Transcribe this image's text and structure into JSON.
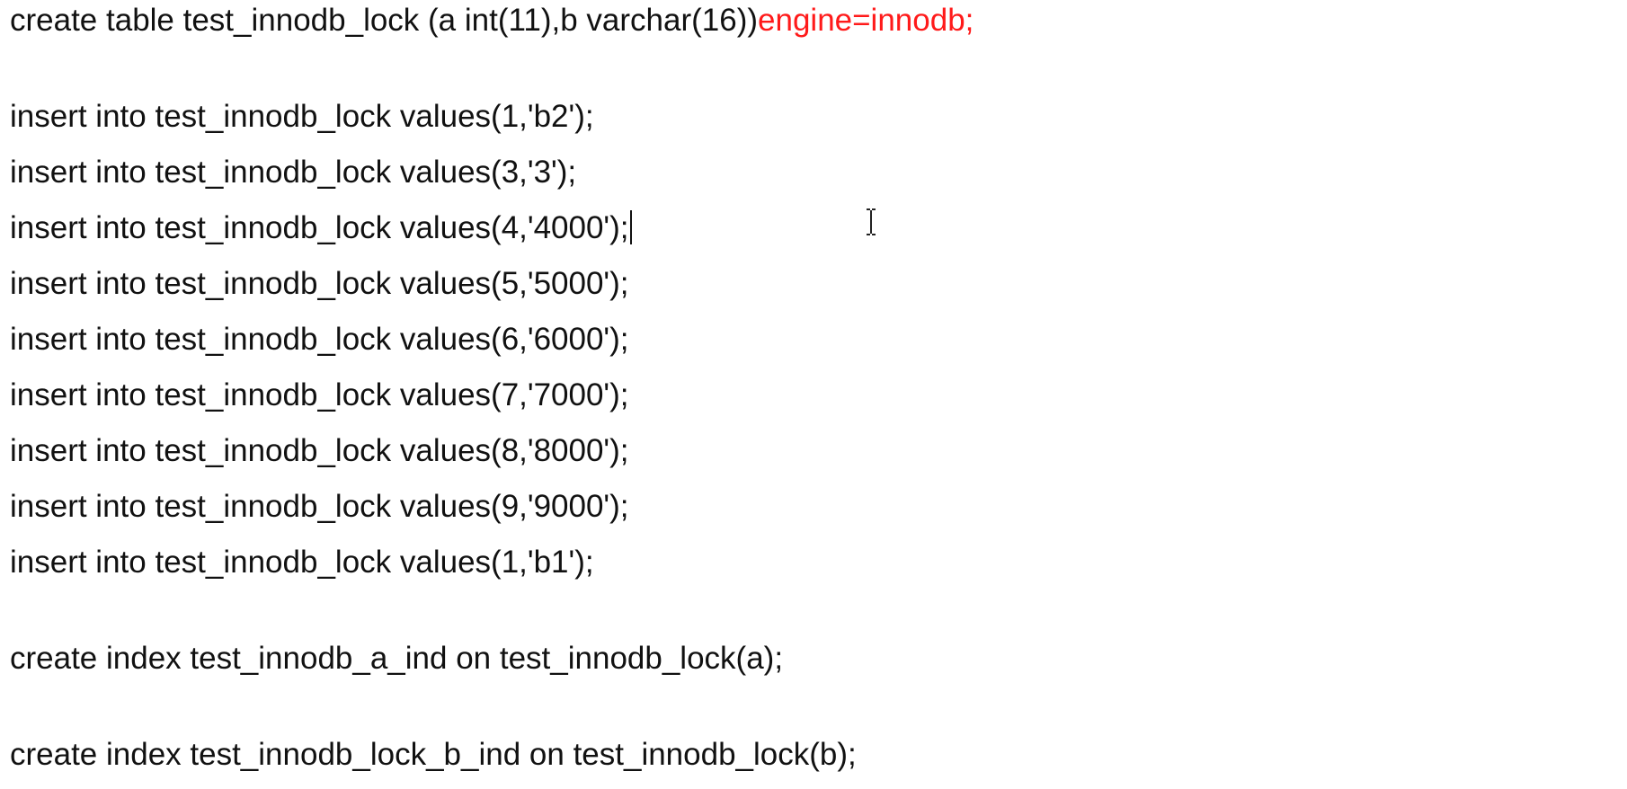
{
  "editor": {
    "create_table": {
      "text": "create table test_innodb_lock (a int(11),b varchar(16))",
      "highlight": "engine=innodb;",
      "highlight_color": "#ff1a1a"
    },
    "inserts": [
      "insert into test_innodb_lock values(1,'b2');",
      "insert into test_innodb_lock values(3,'3');",
      "insert into test_innodb_lock values(4,'4000');",
      "insert into test_innodb_lock values(5,'5000');",
      "insert into test_innodb_lock values(6,'6000');",
      "insert into test_innodb_lock values(7,'7000');",
      "insert into test_innodb_lock values(8,'8000');",
      "insert into test_innodb_lock values(9,'9000');",
      "insert into test_innodb_lock values(1,'b1');"
    ],
    "index_a": "create index test_innodb_a_ind on test_innodb_lock(a);",
    "index_b": "create index test_innodb_lock_b_ind on test_innodb_lock(b);",
    "cursor_icon": "text-cursor-ibeam-icon"
  }
}
